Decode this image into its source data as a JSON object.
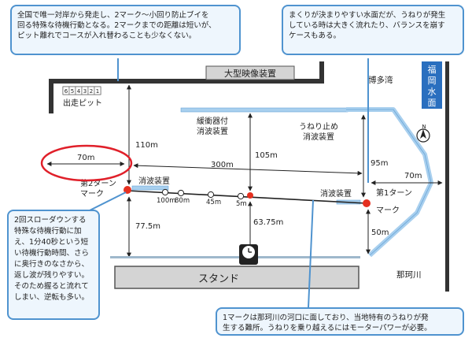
{
  "callouts": {
    "top_left": "全国で唯一対岸から発走し、2マーク～小回り防止ブイを\n回る特殊な待機行動となる。2マークまでの距離は短いが、\nピット離れでコースが入れ替わることも少なくない。",
    "top_right": "まくりが決まりやすい水面だが、うねりが発生\nしている時は大きく流れたり、バランスを崩す\nケースもある。",
    "left": "2回スローダウンする\n特殊な待機行動に加\nえ、1分40秒という短\nい待機行動時間、さらに奥行きのなさから、\n返し波が残りやすい。\nそのため握ると流れて\nしまい、逆転も多い。",
    "bottom_right": "1マークは那珂川の河口に面しており、当地特有のうねりが発\n生する難所。うねりを乗り越えるにはモーターパワーが必要。"
  },
  "labels": {
    "big_screen": "大型映像装置",
    "pit_numbers": [
      "6",
      "5",
      "4",
      "3",
      "2",
      "1"
    ],
    "start_pit": "出走ピット",
    "hakata_bay": "博多湾",
    "fukuoka_water": [
      "福",
      "岡",
      "水",
      "面"
    ],
    "breakwater_buffer": [
      "緩衝器付",
      "消波装置"
    ],
    "swell_stopper": [
      "うねり止め",
      "消波装置"
    ],
    "wave_breaker_left": "消波装置",
    "wave_breaker_right": "消波装置",
    "mark2": [
      "第2ターン",
      "マーク"
    ],
    "mark1": [
      "第1ターン",
      "マーク"
    ],
    "stand": "スタンド",
    "nakagawa": "那珂川",
    "compass": "N"
  },
  "distances": {
    "d110": "110m",
    "d70_left": "70m",
    "d300": "300m",
    "d105": "105m",
    "d95": "95m",
    "d70_right": "70m",
    "d77_5": "77.5m",
    "d63_75": "63.75m",
    "d50": "50m",
    "b100": "100m",
    "b80": "80m",
    "b45": "45m",
    "b5": "5m"
  },
  "colors": {
    "callout_border": "#4f93cf",
    "callout_fill": "#eef6fd",
    "breakwater": "#a8cfee",
    "mark": "#e53020",
    "highlight": "#e0202a",
    "wall": "#333333"
  }
}
